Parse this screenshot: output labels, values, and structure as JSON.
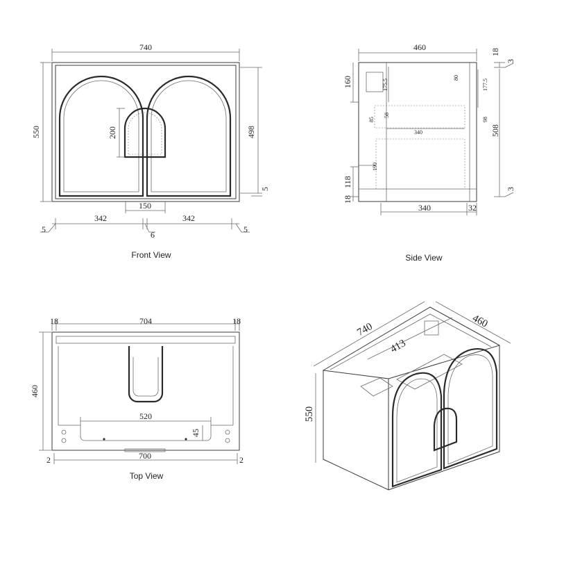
{
  "views": {
    "front": {
      "caption": "Front View",
      "width": "740",
      "height": "550",
      "inner_height": "498",
      "bottom_gap": "5",
      "arch_window": "200",
      "base_gap": "150",
      "door_left": "342",
      "door_right": "342",
      "side_left": "5",
      "center_gap": "6",
      "side_right": "5"
    },
    "side": {
      "caption": "Side View",
      "depth": "460",
      "top": "18",
      "top_gap": "3",
      "upper": "160",
      "bracket": "175.5",
      "bracket_w": "80",
      "upper_right": "177.5",
      "drawer_h": "85",
      "drawer_in": "58",
      "drawer_w": "340",
      "drawer_r": "98",
      "body": "508",
      "lower_h": "190",
      "base_h": "118",
      "base_t": "18",
      "bottom_gap": "3",
      "base_w": "340",
      "back": "32"
    },
    "top": {
      "caption": "Top View",
      "left": "18",
      "inner": "704",
      "right": "18",
      "depth": "460",
      "mid": "520",
      "slot": "45",
      "base": "700",
      "edge_left": "2",
      "edge_right": "2"
    },
    "iso": {
      "width": "740",
      "depth": "460",
      "inner": "413",
      "height": "550"
    }
  }
}
